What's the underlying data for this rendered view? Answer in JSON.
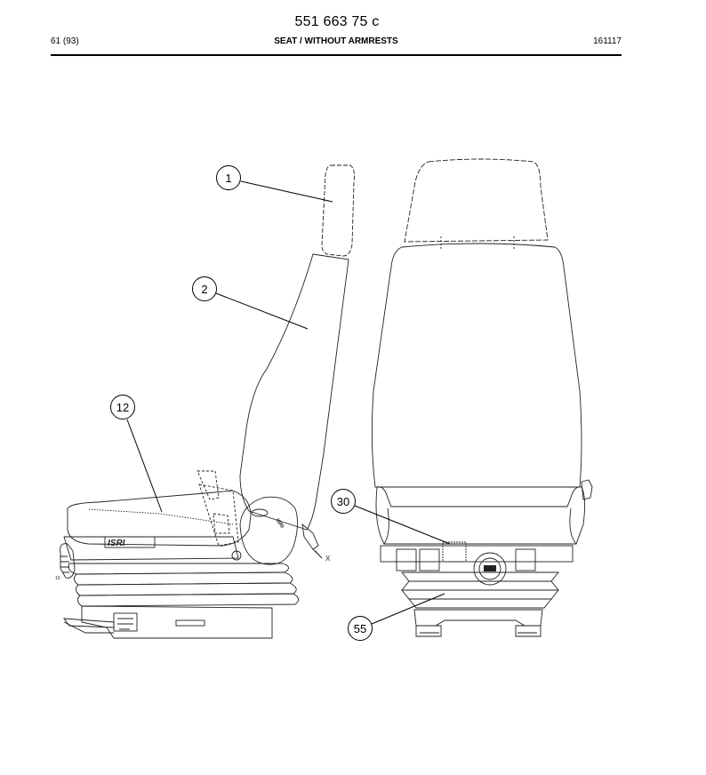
{
  "header": {
    "doc_number": "551 663 75 c",
    "page": "61 (93)",
    "title": "SEAT / WITHOUT ARMRESTS",
    "date_code": "161117"
  },
  "drawing": {
    "callouts": [
      {
        "id": "1",
        "label": "1"
      },
      {
        "id": "2",
        "label": "2"
      },
      {
        "id": "12",
        "label": "12"
      },
      {
        "id": "30",
        "label": "30"
      },
      {
        "id": "55",
        "label": "55"
      }
    ],
    "annotations": {
      "axis_x": "X",
      "brand_mark": "ISRI",
      "brand_mark_side": "ISRI",
      "side_dial": "10"
    }
  }
}
